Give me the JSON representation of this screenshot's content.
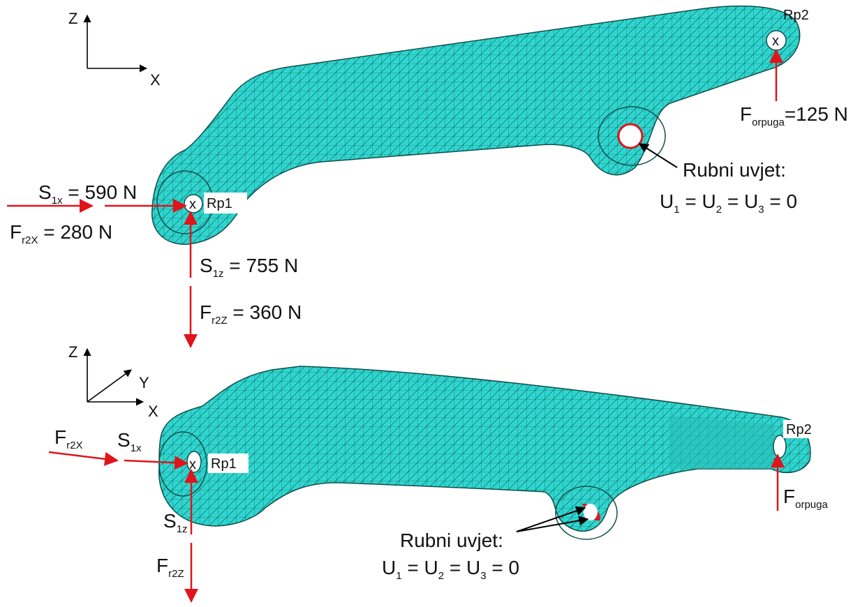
{
  "colors": {
    "mesh_fill": "#2fd6cf",
    "mesh_line": "#0f4f4c",
    "force_arrow": "#e0141b",
    "pointer_arrow": "#000000",
    "text": "#111111"
  },
  "top_view": {
    "axes": {
      "vertical": "Z",
      "horizontal": "X"
    },
    "points": {
      "rp1": "Rp1",
      "rp2": "Rp2",
      "marker": "x"
    },
    "forces": {
      "s1x": {
        "base": "S",
        "sub": "1x",
        "value": " = 590 N"
      },
      "fr2x": {
        "base": "F",
        "sub": "r2X",
        "value": " = 280 N"
      },
      "s1z": {
        "base": "S",
        "sub": "1z",
        "value": " = 755 N"
      },
      "fr2z": {
        "base": "F",
        "sub": "r2Z",
        "value": " = 360 N"
      },
      "forpuga": {
        "base": "F",
        "sub": "orpuga",
        "value": "=125 N"
      }
    },
    "boundary": {
      "title": "Rubni uvjet:",
      "u": "U",
      "s1": "1",
      "s2": "2",
      "s3": "3",
      "eq": " = ",
      "zero": " = 0"
    }
  },
  "bottom_view": {
    "axes": {
      "vertical": "Z",
      "horizontal": "X",
      "depth": "Y"
    },
    "points": {
      "rp1": "Rp1",
      "rp2": "Rp2",
      "marker": "x"
    },
    "forces": {
      "fr2x": {
        "base": "F",
        "sub": "r2X"
      },
      "s1x": {
        "base": "S",
        "sub": "1x"
      },
      "s1z": {
        "base": "S",
        "sub": "1z"
      },
      "fr2z": {
        "base": "F",
        "sub": "r2Z"
      },
      "forpuga": {
        "base": "F",
        "sub": "orpuga"
      }
    },
    "boundary": {
      "title": "Rubni uvjet:",
      "u": "U",
      "s1": "1",
      "s2": "2",
      "s3": "3",
      "eq": " = ",
      "zero": " = 0"
    }
  }
}
